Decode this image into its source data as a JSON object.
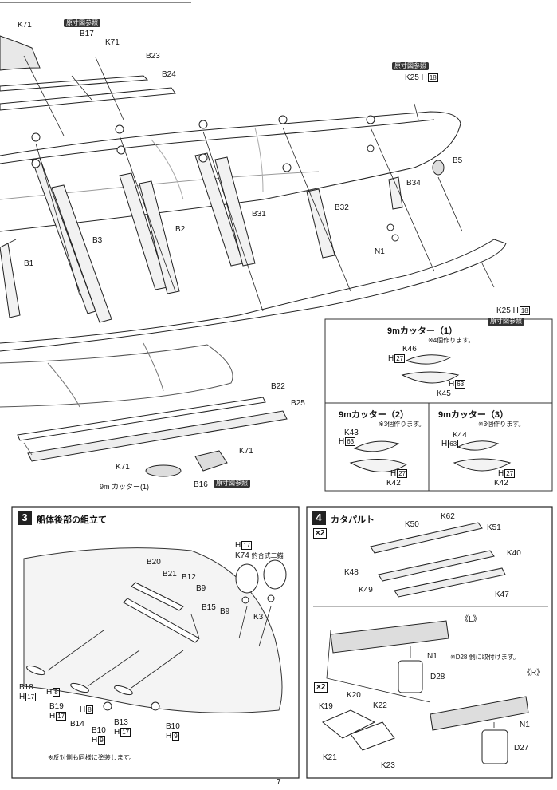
{
  "top_diagram": {
    "labels": {
      "k71_a": "K71",
      "b17": "B17",
      "k71_b": "K71",
      "b23": "B23",
      "b24": "B24",
      "k25_top": "K25",
      "k25_top_h": "18",
      "b5": "B5",
      "b34": "B34",
      "n1": "N1",
      "b31": "B31",
      "b32": "B32",
      "b3": "B3",
      "b2": "B2",
      "b1": "B1",
      "k25_bottom": "K25",
      "k25_bottom_h": "18",
      "b22": "B22",
      "b25": "B25",
      "k71_c": "K71",
      "k71_d": "K71",
      "b16": "B16",
      "cutter_label": "9m カッター(1)"
    },
    "ref_tags": {
      "top_left": "原寸図参照",
      "top_right": "原寸図参照",
      "right_mid": "原寸図参照",
      "bottom": "原寸図参照"
    },
    "h_prefix": "H"
  },
  "cutter_boxes": [
    {
      "title": "9mカッター（1）",
      "note": "※4個作ります。",
      "parts": [
        "K46",
        "K45"
      ],
      "h_values": [
        "27",
        "63"
      ]
    },
    {
      "title": "9mカッター（2）",
      "note": "※3個作ります。",
      "parts": [
        "K43",
        "K42"
      ],
      "h_values": [
        "63",
        "27"
      ]
    },
    {
      "title": "9mカッター（3）",
      "note": "※3個作ります。",
      "parts": [
        "K44",
        "K42"
      ],
      "h_values": [
        "63",
        "27"
      ]
    }
  ],
  "step3": {
    "number": "3",
    "title": "船体後部の組立て",
    "labels": {
      "b20": "B20",
      "b21": "B21",
      "b12": "B12",
      "b9a": "B9",
      "b15": "B15",
      "b9b": "B9",
      "h17_top": "17",
      "k74": "K74",
      "k74_note": "釣合式二錨",
      "k3": "K3",
      "b18": "B18",
      "b18_h": "17",
      "h8a": "8",
      "b19": "B19",
      "b19_h": "17",
      "h8b": "8",
      "b14": "B14",
      "b10a": "B10",
      "b10a_h": "9",
      "b13": "B13",
      "b13_h": "17",
      "b10b": "B10",
      "b10b_h": "9"
    },
    "note": "※反対側も同様に塗装します。"
  },
  "step4": {
    "number": "4",
    "title": "カタパルト",
    "count_badge": "×2",
    "labels": {
      "k50": "K50",
      "k62": "K62",
      "k51": "K51",
      "k40": "K40",
      "k48": "K48",
      "k49": "K49",
      "k47": "K47",
      "left_mark": "《L》",
      "n1_l": "N1",
      "d28_note": "※D28 側に取付けます。",
      "d28": "D28",
      "right_mark": "《R》",
      "n1_r": "N1",
      "d27": "D27",
      "k19": "K19",
      "k20": "K20",
      "k22": "K22",
      "k21": "K21",
      "k23": "K23"
    },
    "count_badge_2": "×2"
  },
  "page_number": "7"
}
